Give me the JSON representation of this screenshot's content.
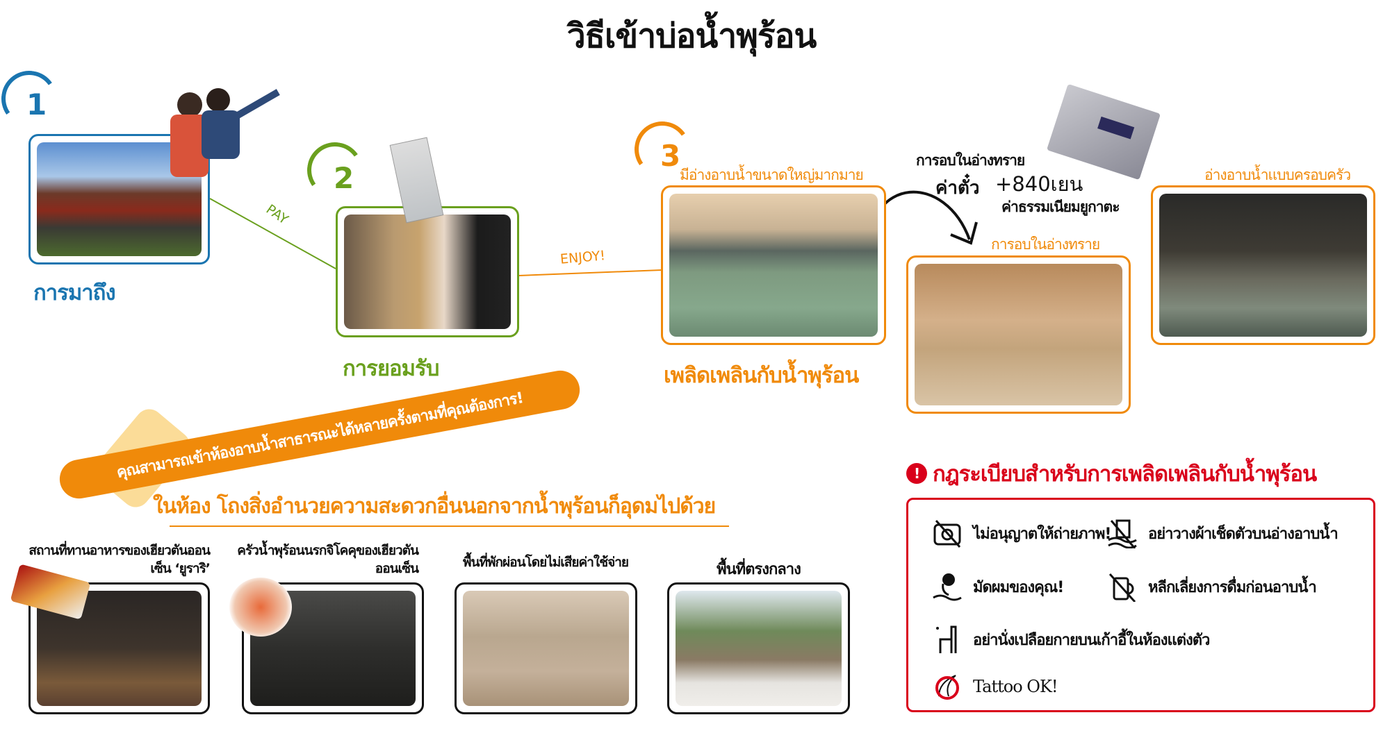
{
  "title": "วิธีเข้าบ่อน้ำพุร้อน",
  "colors": {
    "blue": "#1a75b0",
    "green": "#6aa01e",
    "orange": "#f08a0a",
    "red": "#d9001b"
  },
  "steps": [
    {
      "number": "1",
      "label": "การมาถึง"
    },
    {
      "number": "2",
      "label": "การยอมรับ",
      "connector": "PAY"
    },
    {
      "number": "3",
      "caption": "มีอ่างอาบน้ำขนาดใหญ่มากมาย",
      "label": "เพลิดเพลินกับน้ำพุร้อน",
      "connector": "ENJOY!"
    }
  ],
  "sand_bath": {
    "title": "การอบในอ่างทราย",
    "fee_label": "ค่าตั๋ว",
    "fee": "+840เยน",
    "fee_note": "ค่าธรรมเนียมยูกาตะ",
    "photo_label": "การอบในอ่างทราย"
  },
  "family_bath": {
    "label": "อ่างอาบน้ำแบบครอบครัว"
  },
  "banner": "คุณสามารถเข้าห้องอาบน้ำสาธารณะได้หลายครั้งตามที่คุณต้องการ!",
  "facilities": {
    "heading": "ในห้อง โถงสิ่งอำนวยความสะดวกอื่นนอกจากน้ำพุร้อนก็อุดมไปด้วย",
    "items": [
      {
        "label": "สถานที่ทานอาหารของเฮียวตันออนเซ็น ‘ยูราริ’"
      },
      {
        "label": "ครัวน้ำพุร้อนนรกจิโคคุของเฮียวตันออนเซ็น"
      },
      {
        "label": "พื้นที่พักผ่อนโดยไม่เสียค่าใช้จ่าย"
      },
      {
        "label": "พื้นที่ตรงกลาง"
      }
    ]
  },
  "rules": {
    "heading": "กฎระเบียบสำหรับการเพลิดเพลินกับน้ำพุร้อน",
    "items": [
      {
        "icon": "no-camera-icon",
        "text": "ไม่อนุญาตให้ถ่ายภาพ!"
      },
      {
        "icon": "no-towel-in-bath-icon",
        "text": "อย่าวางผ้าเช็ดตัวบนอ่างอาบน้ำ"
      },
      {
        "icon": "tie-hair-icon",
        "text": "มัดผมของคุณ!"
      },
      {
        "icon": "no-drinking-icon",
        "text": "หลีกเลี่ยงการดื่มก่อนอาบน้ำ"
      },
      {
        "icon": "chair-icon",
        "text": "อย่านั่งเปลือยกายบนเก้าอี้ในห้องแต่งตัว"
      },
      {
        "icon": "tattoo-ok-icon",
        "text": "Tattoo OK!"
      }
    ]
  }
}
